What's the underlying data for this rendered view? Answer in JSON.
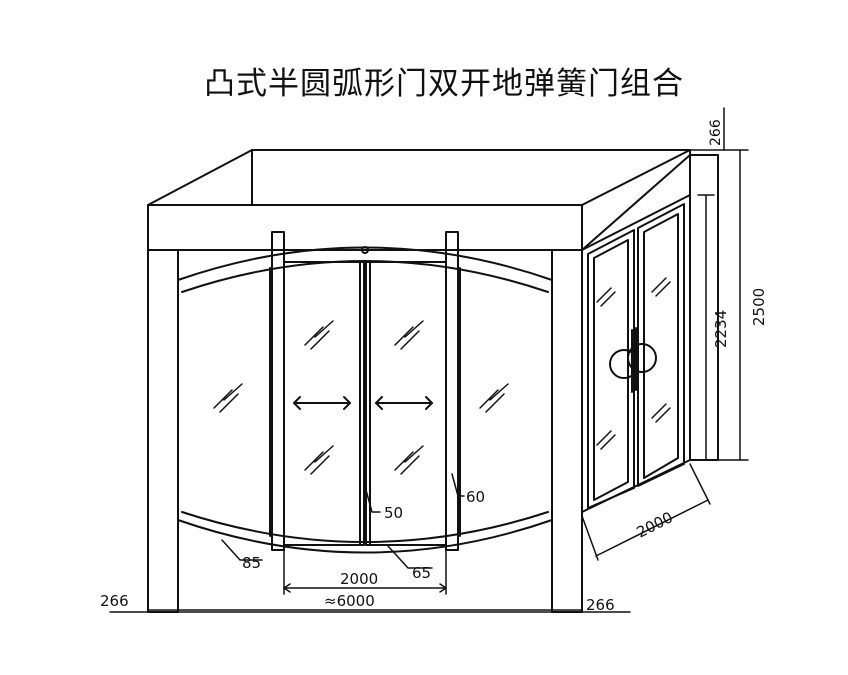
{
  "title": "凸式半圆弧形门双开地弹簧门组合",
  "dimensions": {
    "top_height": "266",
    "total_height": "2500",
    "door_height": "2234",
    "side_depth": "2000",
    "profile_50": "50",
    "profile_60": "60",
    "profile_85": "85",
    "profile_65": "65",
    "door_width": "2000",
    "total_width": "≈6000",
    "left_post": "266",
    "right_post": "266"
  },
  "colors": {
    "line": "#111111",
    "background": "#ffffff"
  }
}
